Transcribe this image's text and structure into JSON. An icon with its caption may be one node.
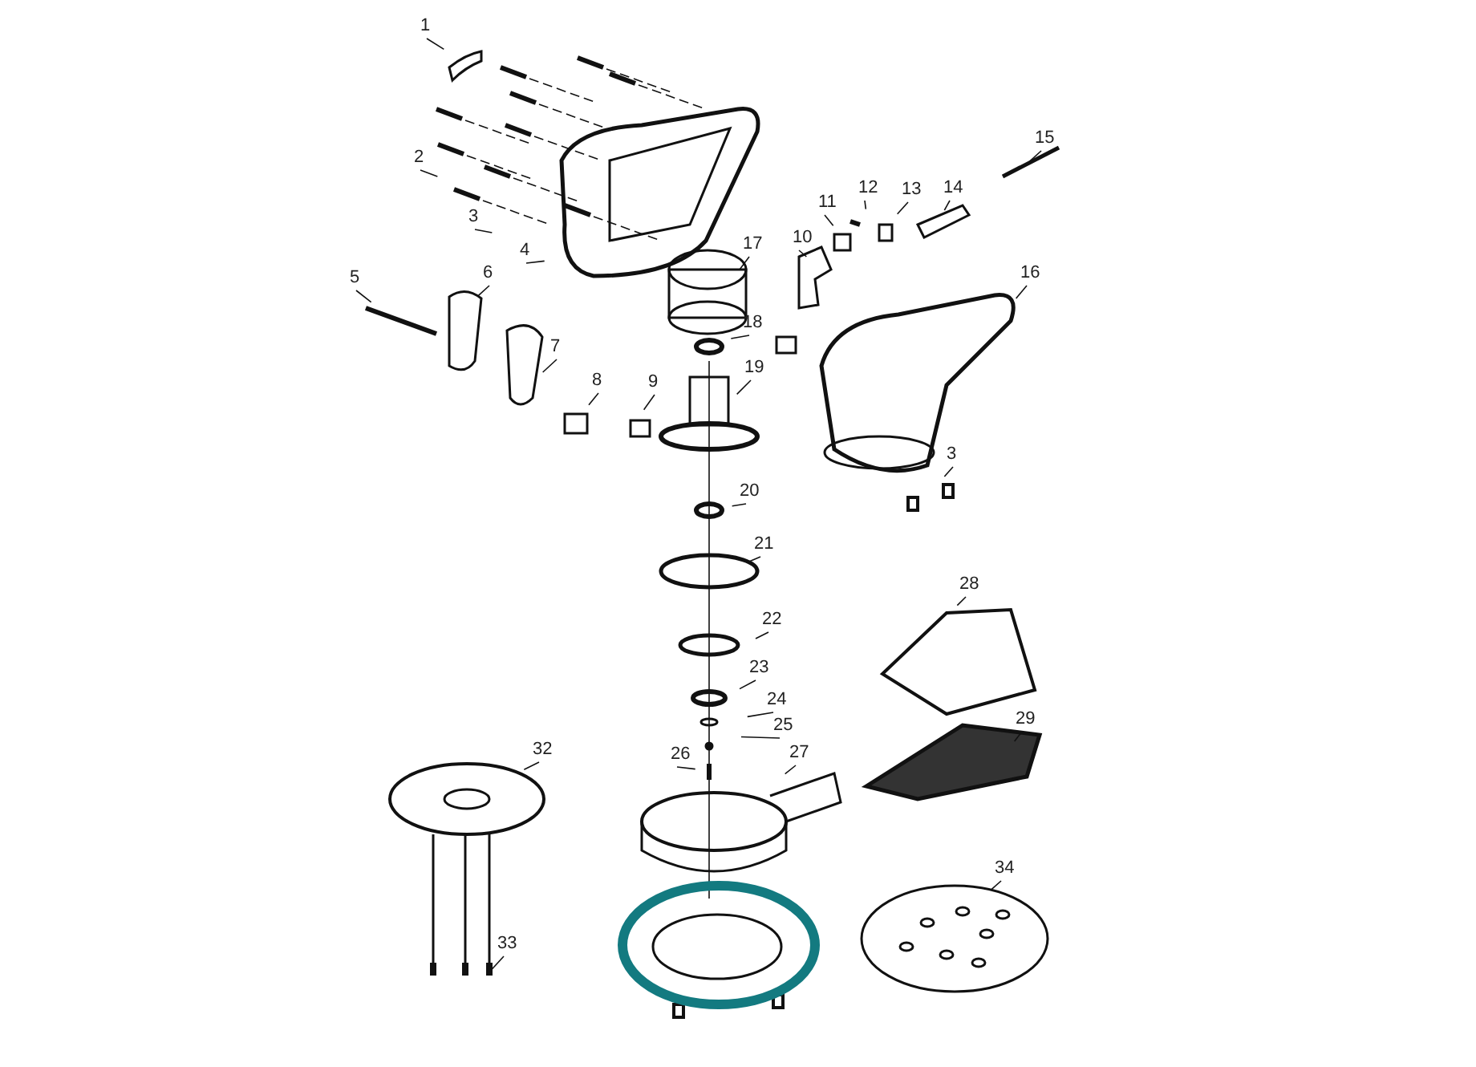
{
  "diagram": {
    "nodes": [
      {
        "text": [
          "1"
        ]
      },
      {
        "text": [
          "2"
        ]
      },
      {
        "text": [
          "3"
        ]
      },
      {
        "text": [
          "4"
        ]
      },
      {
        "text": [
          "5"
        ]
      },
      {
        "text": [
          "6"
        ]
      },
      {
        "text": [
          "7"
        ]
      },
      {
        "text": [
          "8"
        ]
      },
      {
        "text": [
          "9"
        ]
      },
      {
        "text": [
          "10"
        ]
      },
      {
        "text": [
          "11"
        ]
      },
      {
        "text": [
          "12"
        ]
      },
      {
        "text": [
          "13"
        ]
      },
      {
        "text": [
          "14"
        ]
      },
      {
        "text": [
          "15"
        ]
      },
      {
        "text": [
          "16"
        ]
      },
      {
        "text": [
          "17"
        ]
      },
      {
        "text": [
          "18"
        ]
      },
      {
        "text": [
          "19"
        ]
      },
      {
        "text": [
          "20"
        ]
      },
      {
        "text": [
          "21"
        ]
      },
      {
        "text": [
          "22"
        ]
      },
      {
        "text": [
          "23"
        ]
      },
      {
        "text": [
          "24"
        ]
      },
      {
        "text": [
          "25"
        ]
      },
      {
        "text": [
          "26"
        ]
      },
      {
        "text": [
          "27"
        ]
      },
      {
        "text": [
          "28"
        ]
      },
      {
        "text": [
          "29"
        ]
      },
      {
        "text": [
          "3"
        ]
      },
      {
        "text": [
          "32"
        ]
      },
      {
        "text": [
          "33"
        ]
      },
      {
        "text": [
          "34"
        ]
      }
    ],
    "edges": [
      {
        "from": 0,
        "to": null,
        "arrow": "none"
      },
      {
        "from": 1,
        "to": null,
        "arrow": "none"
      },
      {
        "from": 2,
        "to": null,
        "arrow": "none"
      },
      {
        "from": 3,
        "to": null,
        "arrow": "none"
      },
      {
        "from": 4,
        "to": null,
        "arrow": "none"
      },
      {
        "from": 5,
        "to": null,
        "arrow": "none"
      },
      {
        "from": 6,
        "to": null,
        "arrow": "none"
      },
      {
        "from": 7,
        "to": null,
        "arrow": "none"
      },
      {
        "from": 8,
        "to": null,
        "arrow": "none"
      },
      {
        "from": 9,
        "to": null,
        "arrow": "none"
      },
      {
        "from": 10,
        "to": null,
        "arrow": "none"
      },
      {
        "from": 11,
        "to": null,
        "arrow": "none"
      },
      {
        "from": 12,
        "to": null,
        "arrow": "none"
      },
      {
        "from": 13,
        "to": null,
        "arrow": "none"
      },
      {
        "from": 14,
        "to": null,
        "arrow": "none"
      },
      {
        "from": 15,
        "to": null,
        "arrow": "none"
      },
      {
        "from": 16,
        "to": null,
        "arrow": "none"
      },
      {
        "from": 17,
        "to": null,
        "arrow": "none"
      },
      {
        "from": 18,
        "to": null,
        "arrow": "none"
      },
      {
        "from": 19,
        "to": null,
        "arrow": "none"
      },
      {
        "from": 20,
        "to": null,
        "arrow": "none"
      },
      {
        "from": 21,
        "to": null,
        "arrow": "none"
      },
      {
        "from": 22,
        "to": null,
        "arrow": "none"
      },
      {
        "from": 23,
        "to": null,
        "arrow": "none"
      },
      {
        "from": 24,
        "to": null,
        "arrow": "none"
      },
      {
        "from": 25,
        "to": null,
        "arrow": "none"
      },
      {
        "from": 26,
        "to": null,
        "arrow": "none"
      },
      {
        "from": 27,
        "to": null,
        "arrow": "none"
      },
      {
        "from": 28,
        "to": null,
        "arrow": "none"
      },
      {
        "from": 29,
        "to": null,
        "arrow": "none"
      },
      {
        "from": 30,
        "to": null,
        "arrow": "none"
      },
      {
        "from": 31,
        "to": null,
        "arrow": "none"
      },
      {
        "from": 32,
        "to": null,
        "arrow": "none"
      }
    ]
  }
}
